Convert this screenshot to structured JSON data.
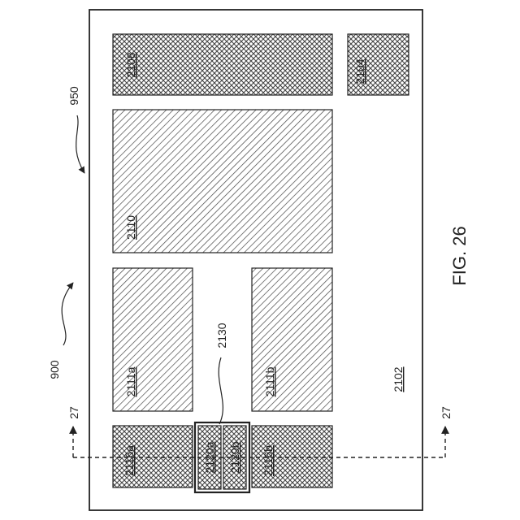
{
  "figure": {
    "caption": "FIG. 26",
    "ref_900": "900",
    "ref_950": "950",
    "section_left": "27",
    "section_right": "27",
    "ref_2130": "2130"
  },
  "components": {
    "substrate": "2102",
    "c2104": "2104",
    "c2108": "2108",
    "c2110": "2110",
    "c2111a": "2111a",
    "c2111b": "2111b",
    "c2116a": "2116a",
    "c2116b": "2116b",
    "c2120a": "2120a",
    "c2120b": "2120b"
  },
  "colors": {
    "ink": "#222222",
    "background": "#ffffff"
  }
}
